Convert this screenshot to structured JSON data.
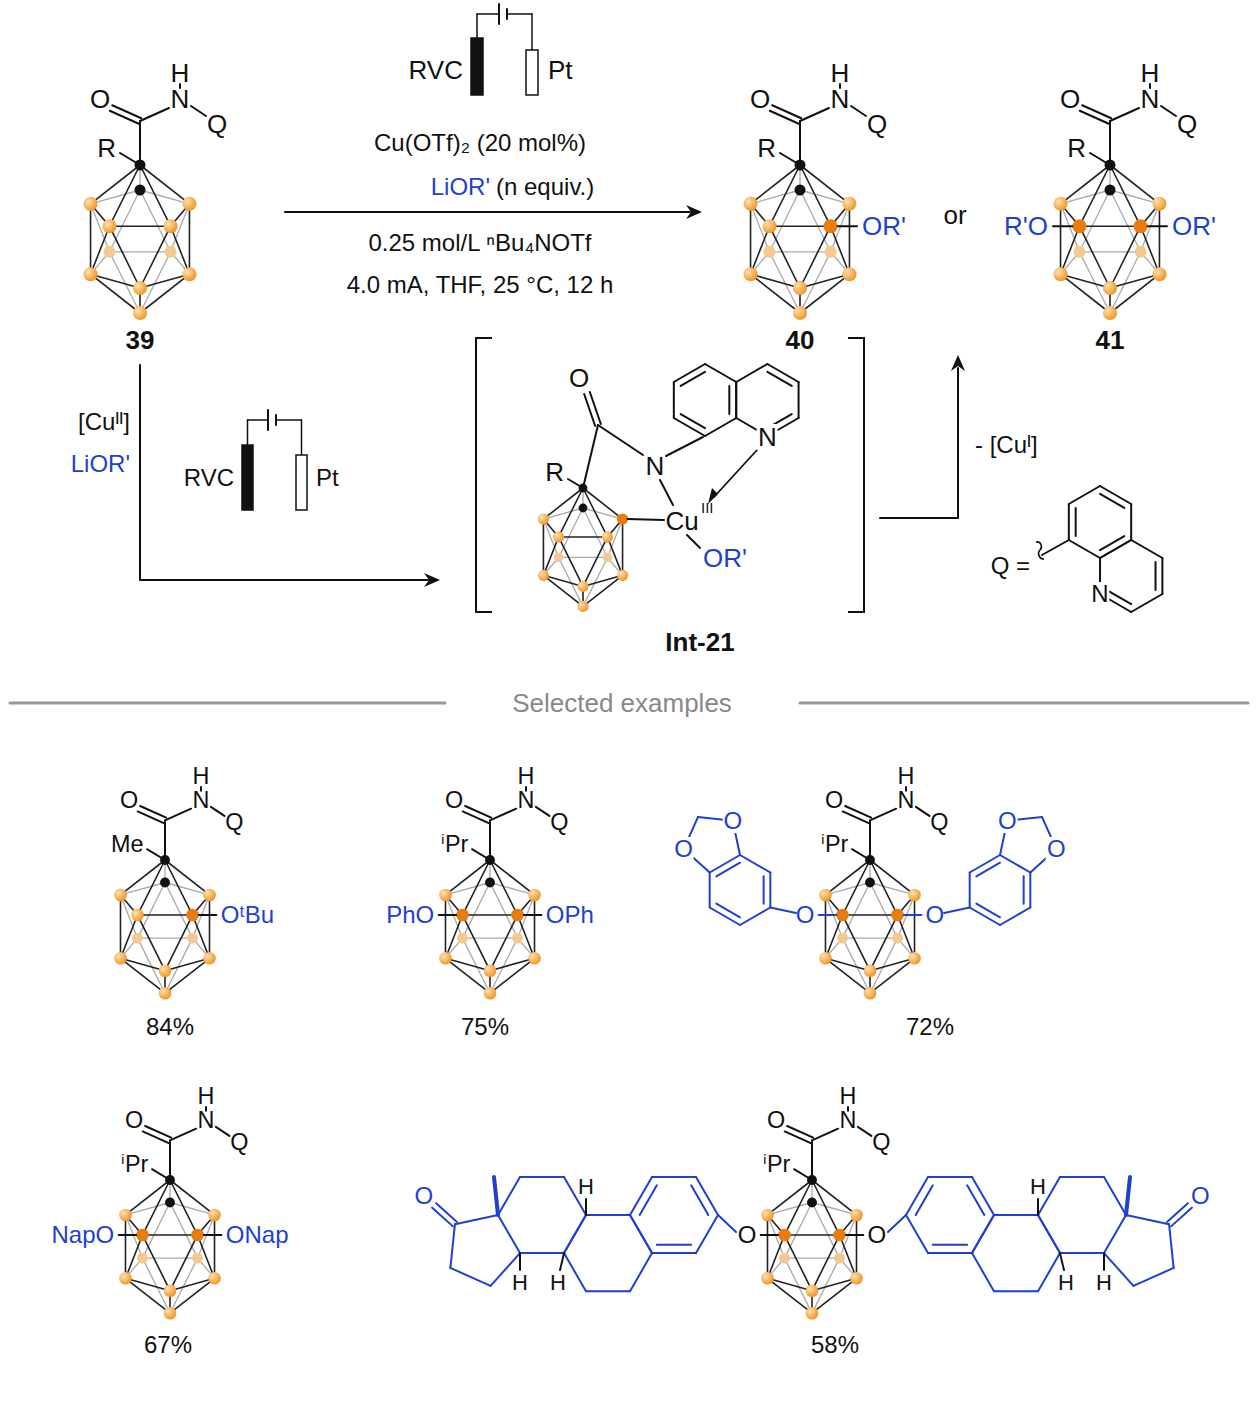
{
  "diagram": {
    "labels": [
      "O",
      "H",
      "N",
      "Q",
      "R",
      "39",
      "RVC",
      "Pt",
      "Cu(OTf)₂ (20 mol%)",
      "LiOR'",
      "(n equiv.)",
      "0.25 mol/L ⁿBu₄NOTf",
      "4.0 mA, THF, 25 °C, 12 h",
      "O",
      "H",
      "N",
      "Q",
      "R",
      "OR'",
      "40",
      "or",
      "O",
      "H",
      "N",
      "Q",
      "R",
      "R'O",
      "OR'",
      "41",
      "[Cuᴵᴵ]",
      "LiOR'",
      "RVC",
      "Pt",
      "O",
      "N",
      "N",
      "Cu",
      "III",
      "R",
      "OR'",
      "Int-21",
      "- [Cuᴵ]",
      "Q =",
      "N",
      "Selected examples",
      "O",
      "H",
      "N",
      "Q",
      "Me",
      "OᵗBu",
      "84%",
      "O",
      "H",
      "N",
      "Q",
      "ⁱPr",
      "PhO",
      "OPh",
      "75%",
      "O",
      "H",
      "N",
      "Q",
      "ⁱPr",
      "O",
      "O",
      "O",
      "O",
      "O",
      "O",
      "72%",
      "O",
      "H",
      "N",
      "Q",
      "ⁱPr",
      "NapO",
      "ONap",
      "67%",
      "O",
      "H",
      "N",
      "Q",
      "ⁱPr",
      "O",
      "O",
      "O",
      "H",
      "H",
      "H",
      "O",
      "H",
      "H",
      "H",
      "58%"
    ]
  }
}
